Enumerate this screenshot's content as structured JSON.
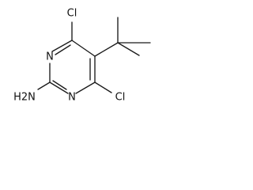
{
  "molecule": {
    "atoms": {
      "cl_top": "Cl",
      "n_top": "N",
      "n_bottom": "N",
      "amine": "H2N",
      "cl_bottom": "Cl"
    },
    "colors": {
      "bond": "#1a1a1a",
      "text": "#111111",
      "background": "#ffffff"
    }
  }
}
